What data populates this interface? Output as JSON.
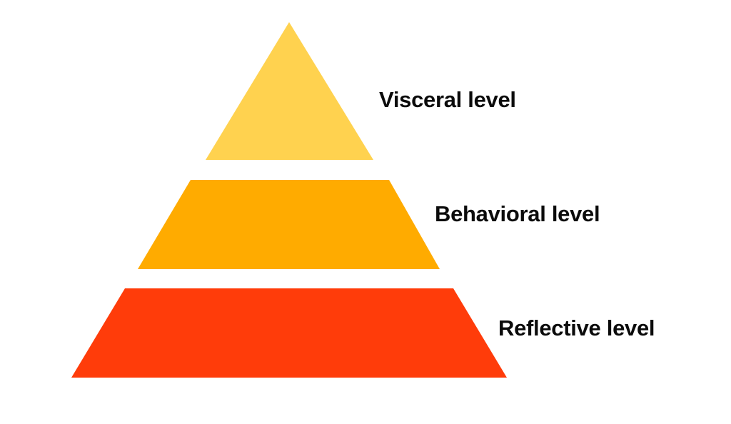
{
  "diagram": {
    "type": "pyramid",
    "background_color": "#ffffff",
    "text_color": "#0b0b0b",
    "levels": [
      {
        "name": "visceral",
        "label": "Visceral level",
        "color": "#FFD24F",
        "position": "top"
      },
      {
        "name": "behavioral",
        "label": "Behavioral level",
        "color": "#FFAB00",
        "position": "middle"
      },
      {
        "name": "reflective",
        "label": "Reflective level",
        "color": "#FF3C0A",
        "position": "bottom"
      }
    ]
  }
}
